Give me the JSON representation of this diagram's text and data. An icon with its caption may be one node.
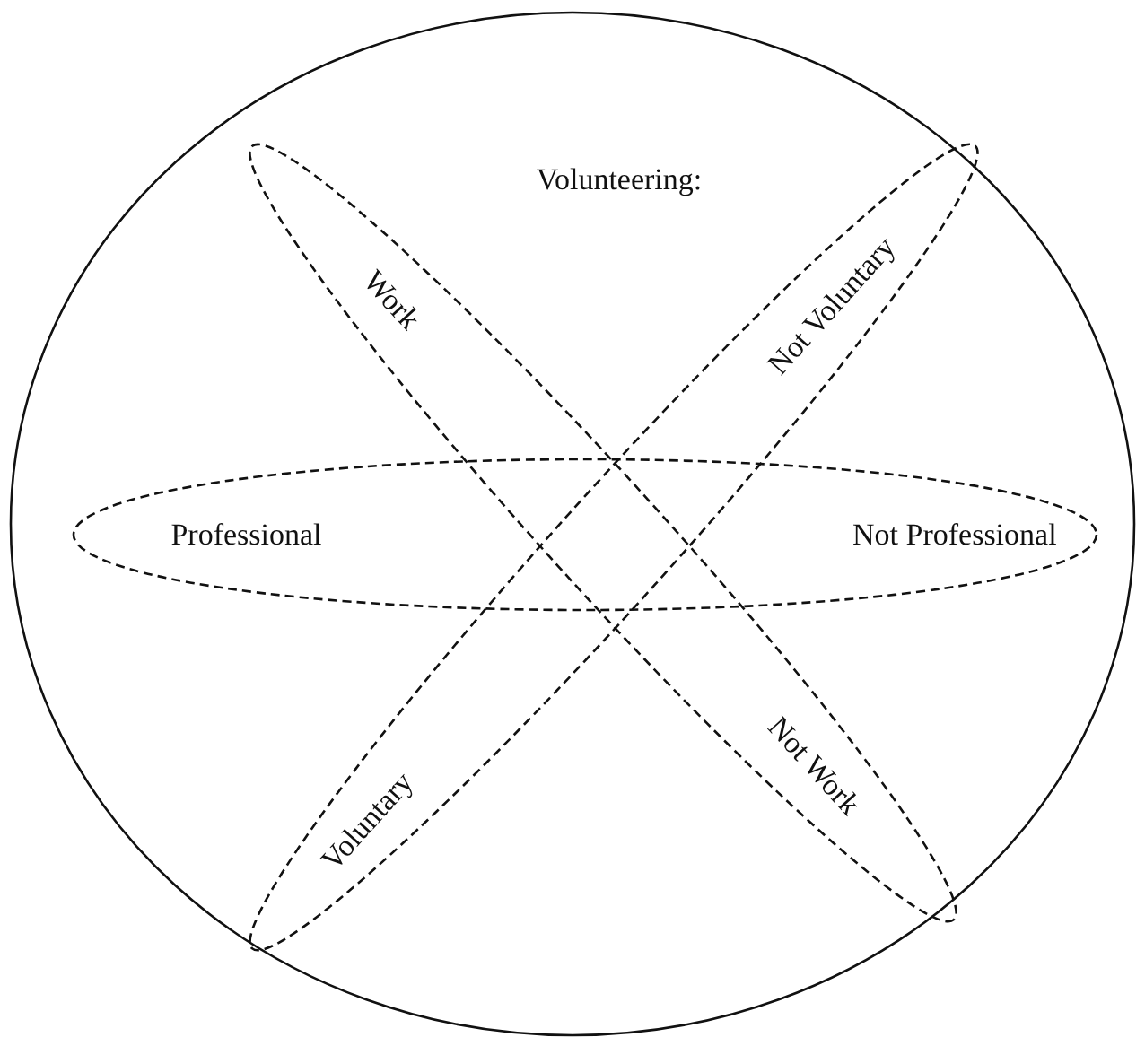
{
  "diagram": {
    "nodes": [
      {
        "text": [
          "Volunteering:"
        ]
      },
      {
        "text": [
          "Work",
          "Not Work"
        ],
        "in": 0
      },
      {
        "text": [
          "Professional",
          "Not Professional"
        ],
        "in": 0
      },
      {
        "text": [
          "Voluntary",
          "Not Voluntary"
        ],
        "in": 0
      }
    ]
  }
}
